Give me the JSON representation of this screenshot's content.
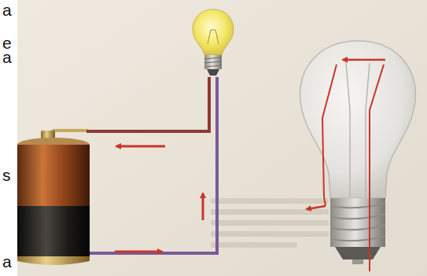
{
  "diagram": {
    "labels": [
      "a",
      "e",
      "a",
      "s",
      "a"
    ]
  }
}
